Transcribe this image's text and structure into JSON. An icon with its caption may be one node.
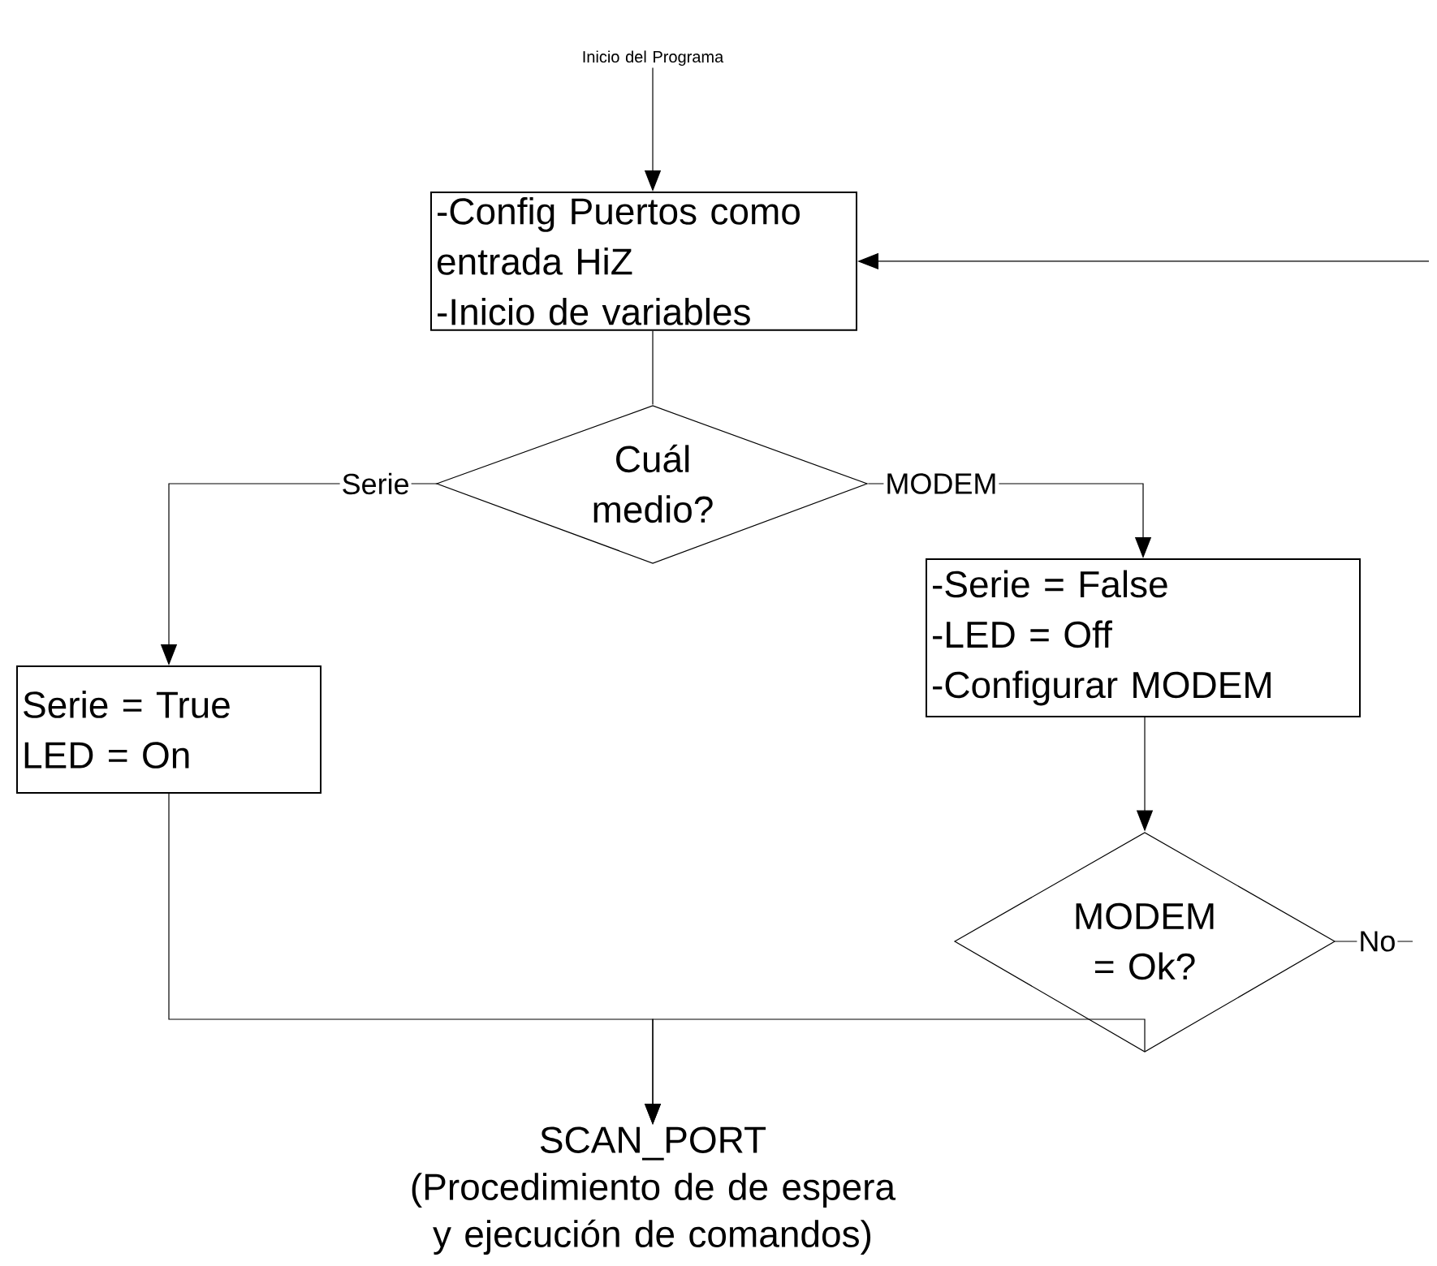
{
  "diagram": {
    "nodes": [
      {
        "text": [
          "Inicio del Programa"
        ]
      },
      {
        "text": [
          "-Config Puertos como entrada HiZ",
          "-Inicio de variables"
        ]
      },
      {
        "text": [
          "Cuál medio?"
        ]
      },
      {
        "text": [
          "Serie = True",
          "LED = On"
        ]
      },
      {
        "text": [
          "-Serie = False",
          "-LED = Off",
          "-Configurar MODEM"
        ]
      },
      {
        "text": [
          "MODEM = Ok?"
        ]
      },
      {
        "text": [
          "SCAN_PORT",
          "(Procedimiento de de espera y ejecución de comandos)"
        ]
      }
    ],
    "edges": [
      {
        "from": 0,
        "to": 1,
        "arrow": "to"
      },
      {
        "from": 1,
        "to": 2,
        "arrow": "none"
      },
      {
        "from": 2,
        "to": 3,
        "arrow": "to",
        "label": "Serie"
      },
      {
        "from": 2,
        "to": 4,
        "arrow": "to",
        "label": "MODEM"
      },
      {
        "from": 4,
        "to": 5,
        "arrow": "to"
      },
      {
        "from": 5,
        "to": null,
        "arrow": "none",
        "label": "No"
      },
      {
        "from": null,
        "to": 1,
        "arrow": "to"
      },
      {
        "from": 3,
        "to": 6,
        "arrow": "to"
      },
      {
        "from": 5,
        "to": 6,
        "arrow": "to"
      }
    ]
  }
}
